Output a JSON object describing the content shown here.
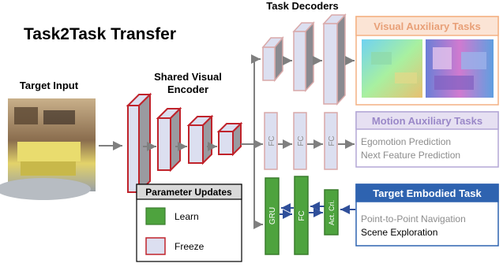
{
  "title": "Task2Task Transfer",
  "target_input": {
    "label": "Target Input"
  },
  "encoder": {
    "label_line1": "Shared Visual",
    "label_line2": "Encoder"
  },
  "decoders": {
    "label": "Task Decoders",
    "fc_label": "FC"
  },
  "policy": {
    "gru_label": "GRU",
    "fc_label": "FC",
    "actcri_label": "Act. Cri."
  },
  "visual_tasks": {
    "header": "Visual Auxiliary Tasks"
  },
  "motion_tasks": {
    "header": "Motion Auxiliary Tasks",
    "items": [
      "Egomotion Prediction",
      "Next Feature Prediction"
    ]
  },
  "target_task": {
    "header": "Target Embodied Task",
    "items": [
      "Point-to-Point Navigation",
      "Scene Exploration"
    ]
  },
  "legend": {
    "title": "Parameter Updates",
    "learn_label": "Learn",
    "freeze_label": "Freeze"
  },
  "colors": {
    "freeze_border": "#c0232b",
    "freeze_fill": "#dcdff0",
    "decoder_border": "#d9a9a9",
    "learn_fill": "#4ea33e",
    "learn_border": "#3a7d2d",
    "visual_accent": "#f4b183",
    "motion_accent": "#b4a7d6",
    "target_accent": "#2e63b0",
    "arrow": "#7f7f7f",
    "arrow_blue": "#2f4f9a"
  }
}
